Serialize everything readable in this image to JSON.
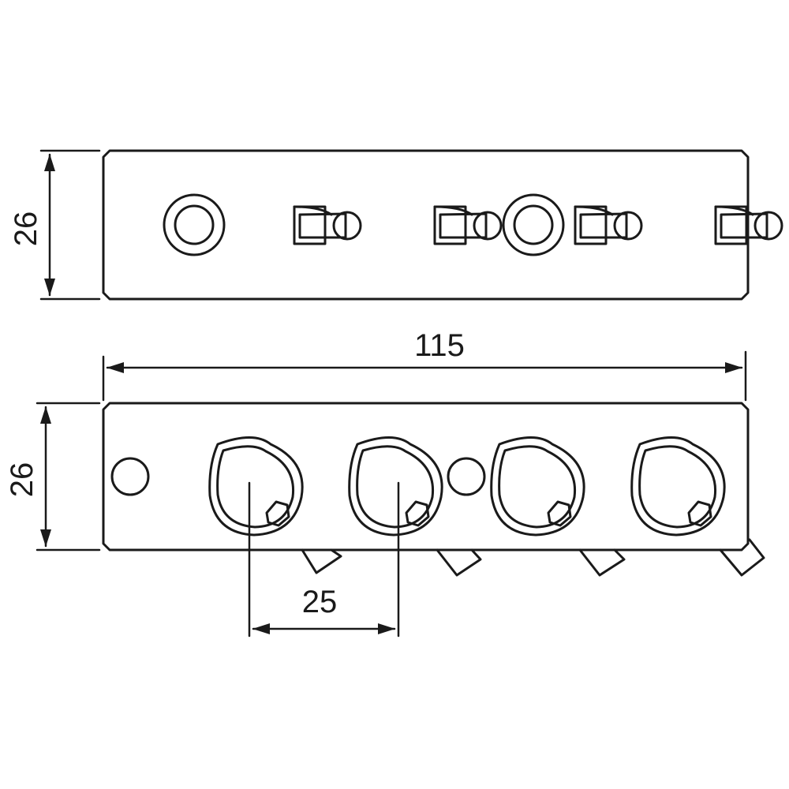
{
  "drawing": {
    "top_view": {
      "height_dimension": "26"
    },
    "front_view": {
      "height_dimension": "26",
      "width_dimension": "115",
      "pitch_dimension": "25"
    }
  },
  "colors": {
    "line": "#1a1a1a",
    "background": "#ffffff"
  }
}
